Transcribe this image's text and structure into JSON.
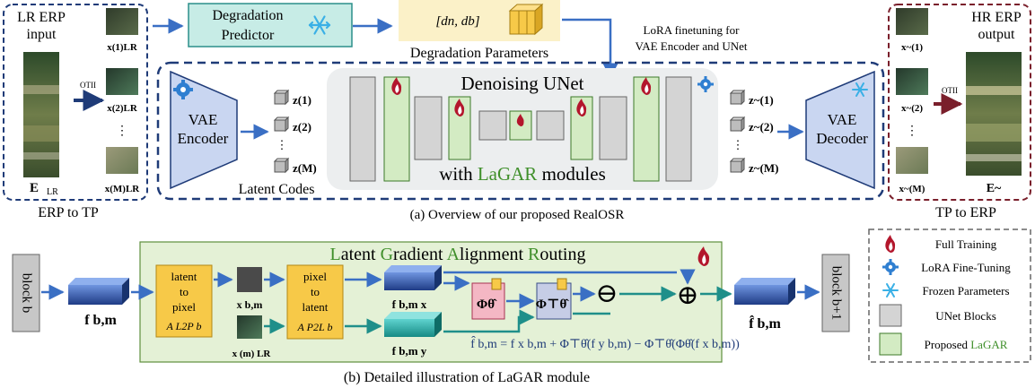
{
  "lr_panel": {
    "title_line1": "LR ERP",
    "title_line2": "input",
    "erp_label": "E",
    "erp_sub": "LR",
    "otii": "OTII",
    "tile_labels": [
      "x(1)LR",
      "x(2)LR",
      "x(M)LR"
    ],
    "caption": "ERP to TP"
  },
  "degradation": {
    "predictor_line1": "Degradation",
    "predictor_line2": "Predictor",
    "params_text": "[dn, db]",
    "params_caption": "Degradation Parameters"
  },
  "lora_note": {
    "line1": "LoRA finetuning for",
    "line2": "VAE Encoder and UNet"
  },
  "overview": {
    "vae_encoder_line1": "VAE",
    "vae_encoder_line2": "Encoder",
    "latent_in": [
      "z(1)",
      "z(2)",
      "z(M)"
    ],
    "latent_caption": "Latent Codes",
    "unet_title": "Denoising UNet",
    "unet_sub_prefix": "with ",
    "unet_sub_lagar": "LaGAR",
    "unet_sub_suffix": " modules",
    "latent_out": [
      "z~(1)",
      "z~(2)",
      "z~(M)"
    ],
    "vae_decoder_line1": "VAE",
    "vae_decoder_line2": "Decoder",
    "caption": "(a) Overview of our proposed RealOSR"
  },
  "hr_panel": {
    "title_line1": "HR ERP",
    "title_line2": "output",
    "tile_labels": [
      "x~(1)",
      "x~(2)",
      "x~(M)"
    ],
    "otii": "OTII",
    "erp_label": "E~",
    "caption": "TP to ERP"
  },
  "lagar": {
    "title_L": "L",
    "title_rest1": "atent ",
    "title_G": "G",
    "title_rest2": "radient ",
    "title_A": "A",
    "title_rest3": "lignment ",
    "title_R": "R",
    "title_rest4": "outing",
    "block_b": "block b",
    "block_b1": "block b+1",
    "f_in": "f b,m",
    "l2p_line1": "latent",
    "l2p_line2": "to",
    "l2p_line3": "pixel",
    "l2p_op": "A L2P b",
    "x_bm": "x b,m",
    "x_lr": "x (m) LR",
    "p2l_line1": "pixel",
    "p2l_line2": "to",
    "p2l_line3": "latent",
    "p2l_op": "A P2L b",
    "fx": "f b,m x",
    "fy": "f b,m y",
    "phi": "Φθ̂",
    "phi_t": "Φ⊤θ̂",
    "minus": "⊖",
    "plus": "⊕",
    "f_out": "f̂ b,m",
    "equation": "f̂ b,m = f x b,m + Φ⊤θ̂(f y b,m) − Φ⊤θ̂(Φθ̂(f x b,m))",
    "caption": "(b) Detailed illustration of LaGAR module"
  },
  "legend": {
    "items": [
      {
        "icon": "flame-icon",
        "label": "Full Training"
      },
      {
        "icon": "gear-icon",
        "label": "LoRA Fine-Tuning"
      },
      {
        "icon": "snowflake-icon",
        "label": "Frozen Parameters"
      },
      {
        "icon": "gray-box-icon",
        "label": "UNet Blocks"
      },
      {
        "icon": "green-box-icon",
        "label": "Proposed ",
        "highlight": "LaGAR"
      }
    ]
  },
  "colors": {
    "navy_dash": "#1f3b78",
    "red_dash": "#7a1f2b",
    "arrow_blue": "#3a6fc4",
    "arrow_teal": "#1f8f8a",
    "flame": "#b3162c",
    "gear": "#2f7fd1",
    "snow": "#3ab0e6",
    "green_block": "#d3ebc3",
    "gray_block": "#d4d4d4",
    "lagar_bg": "#e4f1d6",
    "lagar_title_green": "#3f8f2a",
    "yellow_box": "#f7c948",
    "predictor_fill": "#c7ece6"
  }
}
